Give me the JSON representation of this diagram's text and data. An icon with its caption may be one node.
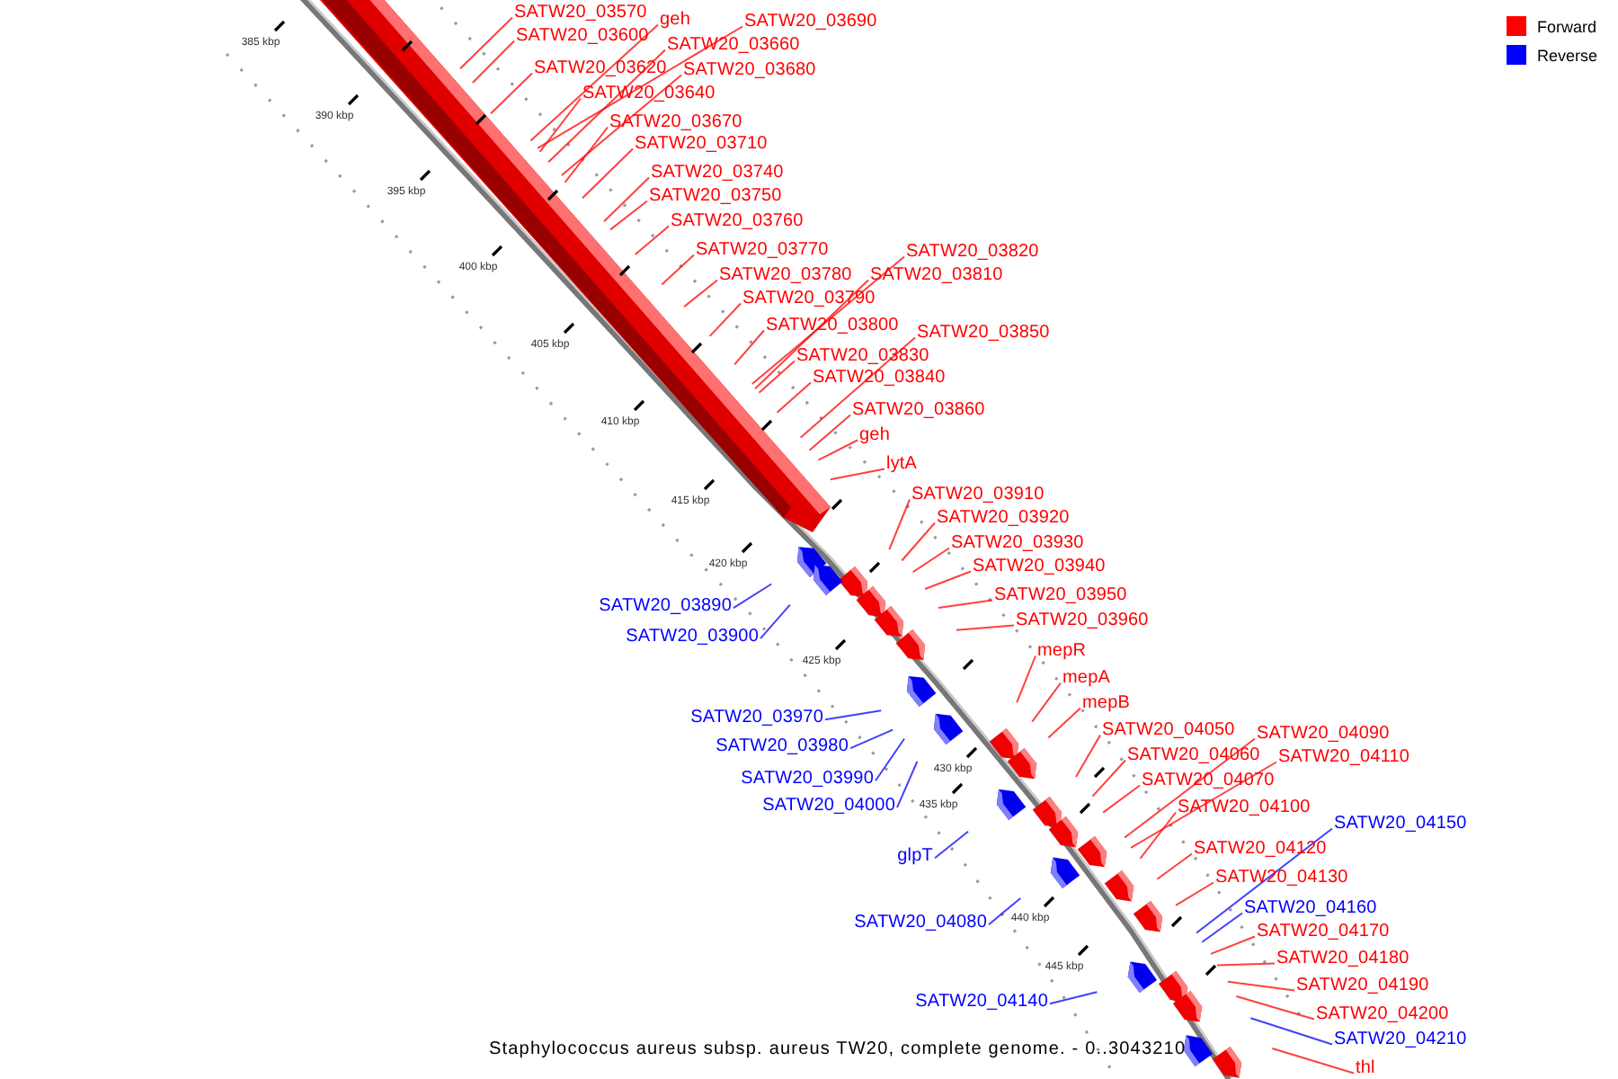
{
  "diagram": {
    "caption": "Staphylococcus aureus subsp. aureus TW20, complete genome. - 0..3043210",
    "nodes": [
      {
        "text": [
          "SATW20_03570"
        ]
      },
      {
        "text": [
          "geh"
        ]
      },
      {
        "text": [
          "SATW20_03690"
        ]
      },
      {
        "text": [
          "SATW20_03600"
        ]
      },
      {
        "text": [
          "SATW20_03660"
        ]
      },
      {
        "text": [
          "SATW20_03620"
        ]
      },
      {
        "text": [
          "SATW20_03680"
        ]
      },
      {
        "text": [
          "SATW20_03640"
        ]
      },
      {
        "text": [
          "SATW20_03670"
        ]
      },
      {
        "text": [
          "SATW20_03710"
        ]
      },
      {
        "text": [
          "SATW20_03740"
        ]
      },
      {
        "text": [
          "SATW20_03750"
        ]
      },
      {
        "text": [
          "SATW20_03760"
        ]
      },
      {
        "text": [
          "SATW20_03770"
        ]
      },
      {
        "text": [
          "SATW20_03820"
        ]
      },
      {
        "text": [
          "SATW20_03780"
        ]
      },
      {
        "text": [
          "SATW20_03810"
        ]
      },
      {
        "text": [
          "SATW20_03790"
        ]
      },
      {
        "text": [
          "SATW20_03800"
        ]
      },
      {
        "text": [
          "SATW20_03850"
        ]
      },
      {
        "text": [
          "SATW20_03830"
        ]
      },
      {
        "text": [
          "SATW20_03840"
        ]
      },
      {
        "text": [
          "SATW20_03860"
        ]
      },
      {
        "text": [
          "geh"
        ]
      },
      {
        "text": [
          "lytA"
        ]
      },
      {
        "text": [
          "SATW20_03910"
        ]
      },
      {
        "text": [
          "SATW20_03920"
        ]
      },
      {
        "text": [
          "SATW20_03930"
        ]
      },
      {
        "text": [
          "SATW20_03940"
        ]
      },
      {
        "text": [
          "SATW20_03950"
        ]
      },
      {
        "text": [
          "SATW20_03890"
        ]
      },
      {
        "text": [
          "SATW20_03960"
        ]
      },
      {
        "text": [
          "SATW20_03900"
        ]
      },
      {
        "text": [
          "mepR"
        ]
      },
      {
        "text": [
          "mepA"
        ]
      },
      {
        "text": [
          "mepB"
        ]
      },
      {
        "text": [
          "SATW20_03970"
        ]
      },
      {
        "text": [
          "SATW20_04050"
        ]
      },
      {
        "text": [
          "SATW20_04090"
        ]
      },
      {
        "text": [
          "SATW20_03980"
        ]
      },
      {
        "text": [
          "SATW20_04060"
        ]
      },
      {
        "text": [
          "SATW20_04110"
        ]
      },
      {
        "text": [
          "SATW20_03990"
        ]
      },
      {
        "text": [
          "SATW20_04070"
        ]
      },
      {
        "text": [
          "SATW20_04000"
        ]
      },
      {
        "text": [
          "SATW20_04100"
        ]
      },
      {
        "text": [
          "SATW20_04150"
        ]
      },
      {
        "text": [
          "SATW20_04120"
        ]
      },
      {
        "text": [
          "glpT"
        ]
      },
      {
        "text": [
          "SATW20_04130"
        ]
      },
      {
        "text": [
          "SATW20_04160"
        ]
      },
      {
        "text": [
          "SATW20_04080"
        ]
      },
      {
        "text": [
          "SATW20_04170"
        ]
      },
      {
        "text": [
          "SATW20_04180"
        ]
      },
      {
        "text": [
          "SATW20_04190"
        ]
      },
      {
        "text": [
          "SATW20_04140"
        ]
      },
      {
        "text": [
          "SATW20_04200"
        ]
      },
      {
        "text": [
          "SATW20_04210"
        ]
      },
      {
        "text": [
          "thl"
        ]
      }
    ],
    "edges": [
      {
        "from": 0,
        "to": null,
        "arrow": "none"
      },
      {
        "from": 1,
        "to": null,
        "arrow": "none"
      },
      {
        "from": 2,
        "to": null,
        "arrow": "none"
      },
      {
        "from": 3,
        "to": null,
        "arrow": "none"
      },
      {
        "from": 4,
        "to": null,
        "arrow": "none"
      },
      {
        "from": 5,
        "to": null,
        "arrow": "none"
      },
      {
        "from": 6,
        "to": null,
        "arrow": "none"
      },
      {
        "from": 7,
        "to": null,
        "arrow": "none"
      },
      {
        "from": 8,
        "to": null,
        "arrow": "none"
      },
      {
        "from": 9,
        "to": null,
        "arrow": "none"
      },
      {
        "from": 10,
        "to": null,
        "arrow": "none"
      },
      {
        "from": 11,
        "to": null,
        "arrow": "none"
      },
      {
        "from": 12,
        "to": null,
        "arrow": "none"
      },
      {
        "from": 13,
        "to": null,
        "arrow": "none"
      },
      {
        "from": 14,
        "to": null,
        "arrow": "none"
      },
      {
        "from": 15,
        "to": null,
        "arrow": "none"
      },
      {
        "from": 16,
        "to": null,
        "arrow": "none"
      },
      {
        "from": 17,
        "to": null,
        "arrow": "none"
      },
      {
        "from": 18,
        "to": null,
        "arrow": "none"
      },
      {
        "from": 19,
        "to": null,
        "arrow": "none"
      },
      {
        "from": 20,
        "to": null,
        "arrow": "none"
      },
      {
        "from": 21,
        "to": null,
        "arrow": "none"
      },
      {
        "from": 22,
        "to": null,
        "arrow": "none"
      },
      {
        "from": 23,
        "to": null,
        "arrow": "none"
      },
      {
        "from": 24,
        "to": null,
        "arrow": "none"
      },
      {
        "from": 25,
        "to": null,
        "arrow": "none"
      },
      {
        "from": 26,
        "to": null,
        "arrow": "none"
      },
      {
        "from": 27,
        "to": null,
        "arrow": "none"
      },
      {
        "from": 28,
        "to": null,
        "arrow": "none"
      },
      {
        "from": 29,
        "to": null,
        "arrow": "none"
      },
      {
        "from": 30,
        "to": null,
        "arrow": "none",
        "color": "#0000ff"
      },
      {
        "from": 31,
        "to": null,
        "arrow": "none"
      },
      {
        "from": 32,
        "to": null,
        "arrow": "none",
        "color": "#0000ff"
      },
      {
        "from": 33,
        "to": null,
        "arrow": "none"
      },
      {
        "from": 34,
        "to": null,
        "arrow": "none"
      },
      {
        "from": 35,
        "to": null,
        "arrow": "none"
      },
      {
        "from": 36,
        "to": null,
        "arrow": "none",
        "color": "#0000ff"
      },
      {
        "from": 37,
        "to": null,
        "arrow": "none"
      },
      {
        "from": 38,
        "to": null,
        "arrow": "none"
      },
      {
        "from": 39,
        "to": null,
        "arrow": "none",
        "color": "#0000ff"
      },
      {
        "from": 40,
        "to": null,
        "arrow": "none"
      },
      {
        "from": 41,
        "to": null,
        "arrow": "none"
      },
      {
        "from": 42,
        "to": null,
        "arrow": "none",
        "color": "#0000ff"
      },
      {
        "from": 43,
        "to": null,
        "arrow": "none"
      },
      {
        "from": 44,
        "to": null,
        "arrow": "none",
        "color": "#0000ff"
      },
      {
        "from": 45,
        "to": null,
        "arrow": "none"
      },
      {
        "from": 46,
        "to": null,
        "arrow": "none",
        "color": "#0000ff"
      },
      {
        "from": 47,
        "to": null,
        "arrow": "none"
      },
      {
        "from": 48,
        "to": null,
        "arrow": "none",
        "color": "#0000ff"
      },
      {
        "from": 49,
        "to": null,
        "arrow": "none"
      },
      {
        "from": 50,
        "to": null,
        "arrow": "none",
        "color": "#0000ff"
      },
      {
        "from": 51,
        "to": null,
        "arrow": "none",
        "color": "#0000ff"
      },
      {
        "from": 52,
        "to": null,
        "arrow": "none"
      },
      {
        "from": 53,
        "to": null,
        "arrow": "none"
      },
      {
        "from": 54,
        "to": null,
        "arrow": "none"
      },
      {
        "from": 55,
        "to": null,
        "arrow": "none",
        "color": "#0000ff"
      },
      {
        "from": 56,
        "to": null,
        "arrow": "none"
      },
      {
        "from": 57,
        "to": null,
        "arrow": "none",
        "color": "#0000ff"
      },
      {
        "from": 58,
        "to": null,
        "arrow": "none"
      }
    ],
    "labels": [
      "385 kbp",
      "390 kbp",
      "395 kbp",
      "400 kbp",
      "405 kbp",
      "410 kbp",
      "415 kbp",
      "420 kbp",
      "425 kbp",
      "430 kbp",
      "435 kbp",
      "440 kbp",
      "445 kbp"
    ],
    "legend": [
      {
        "text": "Forward",
        "color": "#ff0000"
      },
      {
        "text": "Reverse",
        "color": "#0000ff"
      }
    ]
  }
}
